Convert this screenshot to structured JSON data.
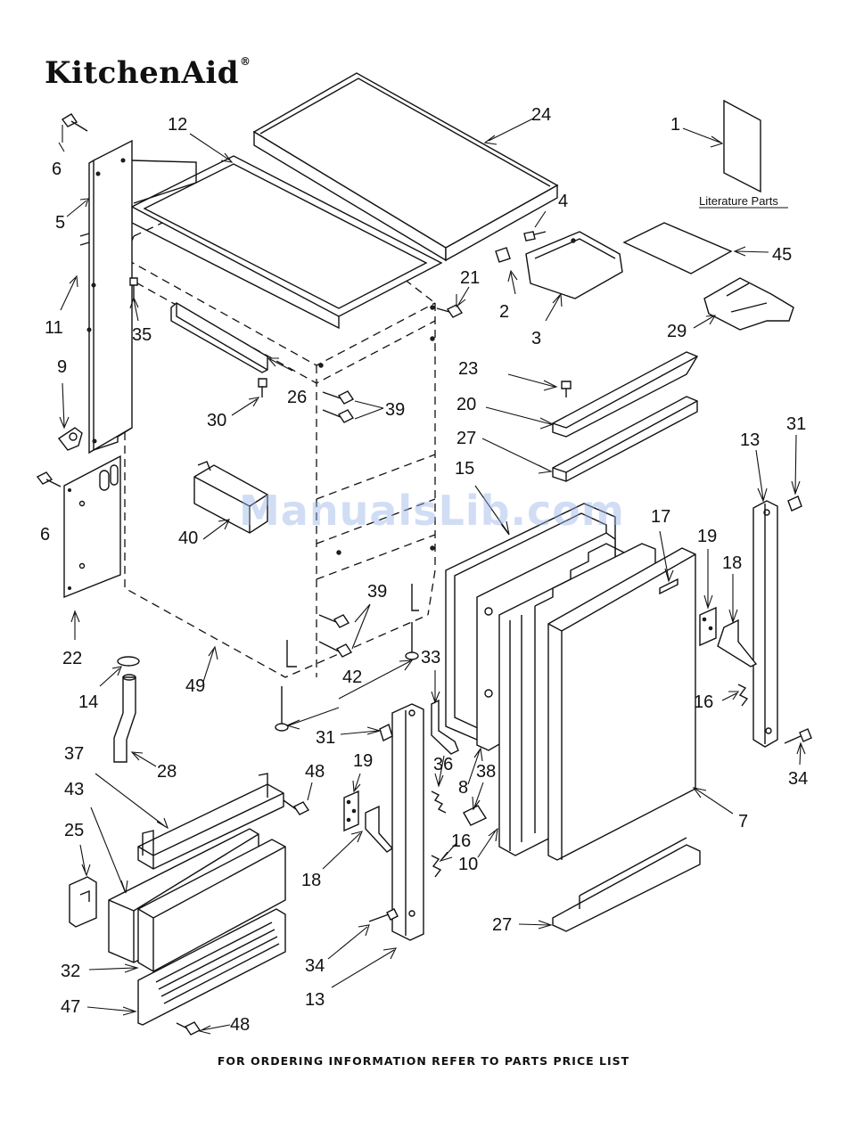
{
  "brand": {
    "name": "KitchenAid",
    "mark": "®"
  },
  "footer_note": "FOR ORDERING INFORMATION REFER TO PARTS PRICE LIST",
  "watermark": "ManualsLib.com",
  "literature_label": "Literature Parts",
  "callouts": [
    {
      "id": "c-1",
      "text": "1"
    },
    {
      "id": "c-2",
      "text": "2"
    },
    {
      "id": "c-3",
      "text": "3"
    },
    {
      "id": "c-4",
      "text": "4"
    },
    {
      "id": "c-5",
      "text": "5"
    },
    {
      "id": "c-6a",
      "text": "6"
    },
    {
      "id": "c-6b",
      "text": "6"
    },
    {
      "id": "c-7",
      "text": "7"
    },
    {
      "id": "c-8",
      "text": "8"
    },
    {
      "id": "c-9",
      "text": "9"
    },
    {
      "id": "c-10",
      "text": "10"
    },
    {
      "id": "c-11",
      "text": "11"
    },
    {
      "id": "c-12",
      "text": "12"
    },
    {
      "id": "c-13a",
      "text": "13"
    },
    {
      "id": "c-13b",
      "text": "13"
    },
    {
      "id": "c-14",
      "text": "14"
    },
    {
      "id": "c-15",
      "text": "15"
    },
    {
      "id": "c-16a",
      "text": "16"
    },
    {
      "id": "c-16b",
      "text": "16"
    },
    {
      "id": "c-17",
      "text": "17"
    },
    {
      "id": "c-18a",
      "text": "18"
    },
    {
      "id": "c-18b",
      "text": "18"
    },
    {
      "id": "c-19a",
      "text": "19"
    },
    {
      "id": "c-19b",
      "text": "19"
    },
    {
      "id": "c-20",
      "text": "20"
    },
    {
      "id": "c-21",
      "text": "21"
    },
    {
      "id": "c-22",
      "text": "22"
    },
    {
      "id": "c-23",
      "text": "23"
    },
    {
      "id": "c-24",
      "text": "24"
    },
    {
      "id": "c-25",
      "text": "25"
    },
    {
      "id": "c-26",
      "text": "26"
    },
    {
      "id": "c-27a",
      "text": "27"
    },
    {
      "id": "c-27b",
      "text": "27"
    },
    {
      "id": "c-28",
      "text": "28"
    },
    {
      "id": "c-29",
      "text": "29"
    },
    {
      "id": "c-30",
      "text": "30"
    },
    {
      "id": "c-31a",
      "text": "31"
    },
    {
      "id": "c-31b",
      "text": "31"
    },
    {
      "id": "c-32",
      "text": "32"
    },
    {
      "id": "c-33",
      "text": "33"
    },
    {
      "id": "c-34a",
      "text": "34"
    },
    {
      "id": "c-34b",
      "text": "34"
    },
    {
      "id": "c-35",
      "text": "35"
    },
    {
      "id": "c-36",
      "text": "36"
    },
    {
      "id": "c-37",
      "text": "37"
    },
    {
      "id": "c-38",
      "text": "38"
    },
    {
      "id": "c-39a",
      "text": "39"
    },
    {
      "id": "c-39b",
      "text": "39"
    },
    {
      "id": "c-40",
      "text": "40"
    },
    {
      "id": "c-42",
      "text": "42"
    },
    {
      "id": "c-43",
      "text": "43"
    },
    {
      "id": "c-45",
      "text": "45"
    },
    {
      "id": "c-47",
      "text": "47"
    },
    {
      "id": "c-48a",
      "text": "48"
    },
    {
      "id": "c-48b",
      "text": "48"
    },
    {
      "id": "c-49",
      "text": "49"
    }
  ]
}
